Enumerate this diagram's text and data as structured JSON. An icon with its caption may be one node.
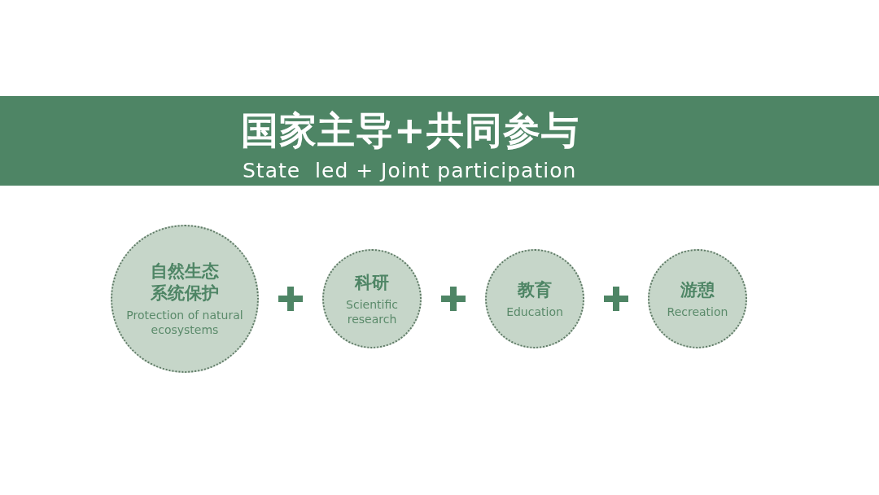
{
  "diagram": {
    "title": "国家主导+共同参与",
    "nodes": [
      {
        "text": [
          "自然生态系统保护",
          "Protection of natural ecosystems"
        ]
      },
      {
        "text": [
          "科研",
          "Scientific research"
        ]
      },
      {
        "text": [
          "教育",
          "Education"
        ]
      },
      {
        "text": [
          "游憩",
          "Recreation"
        ]
      }
    ],
    "labels": [
      "State  led + Joint participation"
    ]
  }
}
